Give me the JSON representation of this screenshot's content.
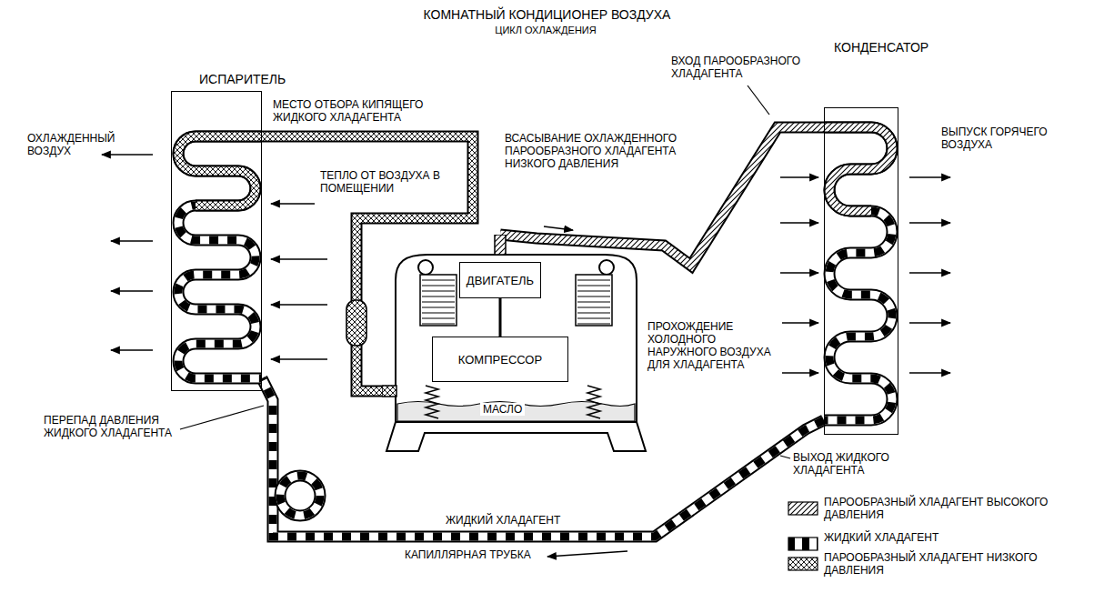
{
  "diagram": {
    "title": "КОМНАТНЫЙ КОНДИЦИОНЕР ВОЗДУХА",
    "nodes": [
      {
        "text": [
          "ИСПАРИТЕЛЬ"
        ]
      },
      {
        "text": [
          "МАСЛО"
        ]
      },
      {
        "text": [
          "ДВИГАТЕЛЬ"
        ],
        "in": 1
      },
      {
        "text": [
          "КОМПРЕССОР"
        ],
        "in": 1
      },
      {
        "text": [
          "КОНДЕНСАТОР"
        ]
      }
    ],
    "edges": [
      {
        "from": 0,
        "to": 1,
        "arrow": "none"
      },
      {
        "from": 1,
        "to": 4,
        "arrow": "none"
      },
      {
        "from": 4,
        "to": 0,
        "arrow": "none"
      }
    ],
    "labels": [
      "ЦИКЛ ОХЛАЖДЕНИЯ",
      "МЕСТО ОТБОРА КИПЯЩЕГО ЖИДКОГО ХЛАДАГЕНТА",
      "ОХЛАЖДЕННЫЙ ВОЗДУХ",
      "ТЕПЛО ОТ ВОЗДУХА В ПОМЕЩЕНИИ",
      "ВСАСЫВАНИЕ ОХЛАЖДЕННОГО ПАРООБРАЗНОГО ХЛАДАГЕНТА НИЗКОГО ДАВЛЕНИЯ",
      "ВХОД ПАРООБРАЗНОГО ХЛАДАГЕНТА",
      "ВЫПУСК ГОРЯЧЕГО ВОЗДУХА",
      "ПРОХОЖДЕНИЕ ХОЛОДНОГО НАРУЖНОГО ВОЗДУХА ДЛЯ ХЛАДАГЕНТА",
      "ПЕРЕПАД ДАВЛЕНИЯ ЖИДКОГО ХЛАДАГЕНТА",
      "ЖИДКИЙ ХЛАДАГЕНТ",
      "КАПИЛЛЯРНАЯ ТРУБКА",
      "ВЫХОД ЖИДКОГО ХЛАДАГЕНТА"
    ],
    "legend": [
      {
        "text": "ПАРООБРАЗНЫЙ ХЛАДАГЕНТ ВЫСОКОГО ДАВЛЕНИЯ"
      },
      {
        "text": "ЖИДКИЙ ХЛАДАГЕНТ"
      },
      {
        "text": "ПАРООБРАЗНЫЙ ХЛАДАГЕНТ НИЗКОГО ДАВЛЕНИЯ"
      }
    ]
  }
}
